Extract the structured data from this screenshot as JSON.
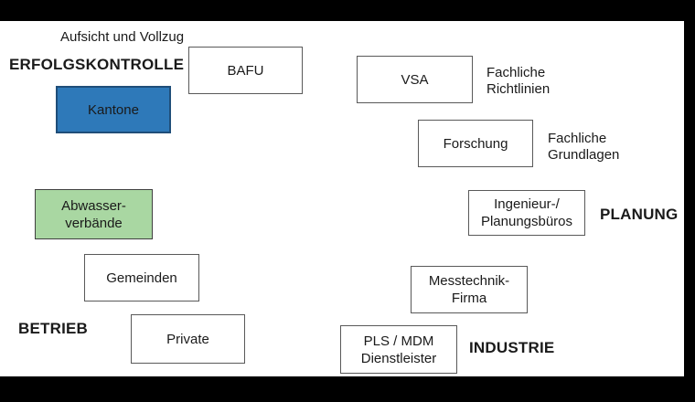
{
  "colors": {
    "blue_fill": "#2E79B9",
    "blue_border": "#1F4E79",
    "green_fill": "#A9D7A2",
    "green_border": "#404040",
    "box_border": "#595959",
    "text": "#1A1A1A",
    "letterbox": "#000000",
    "slide_bg": "#FFFFFF"
  },
  "diagram": {
    "section_labels": {
      "erfolgskontrolle": "ERFOLGSKONTROLLE",
      "planung": "PLANUNG",
      "betrieb": "BETRIEB",
      "industrie": "INDUSTRIE"
    },
    "annotations": {
      "aufsicht_vollzug": "Aufsicht und Vollzug",
      "fachliche_richtlinien": "Fachliche\nRichtlinien",
      "fachliche_grundlagen": "Fachliche\nGrundlagen"
    },
    "boxes": {
      "bafu": {
        "label": "BAFU",
        "fill": "white"
      },
      "kantone": {
        "label": "Kantone",
        "fill": "blue"
      },
      "vsa": {
        "label": "VSA",
        "fill": "white"
      },
      "forschung": {
        "label": "Forschung",
        "fill": "white"
      },
      "abwasserverbaende": {
        "label": "Abwasser-\nverbände",
        "fill": "green"
      },
      "ingenieur_planungsbueros": {
        "label": "Ingenieur-/\nPlanungsbüros",
        "fill": "white"
      },
      "gemeinden": {
        "label": "Gemeinden",
        "fill": "white"
      },
      "messtechnik_firma": {
        "label": "Messtechnik-\nFirma",
        "fill": "white"
      },
      "private": {
        "label": "Private",
        "fill": "white"
      },
      "pls_mdm_dienstleister": {
        "label": "PLS / MDM\nDienstleister",
        "fill": "white"
      }
    }
  }
}
